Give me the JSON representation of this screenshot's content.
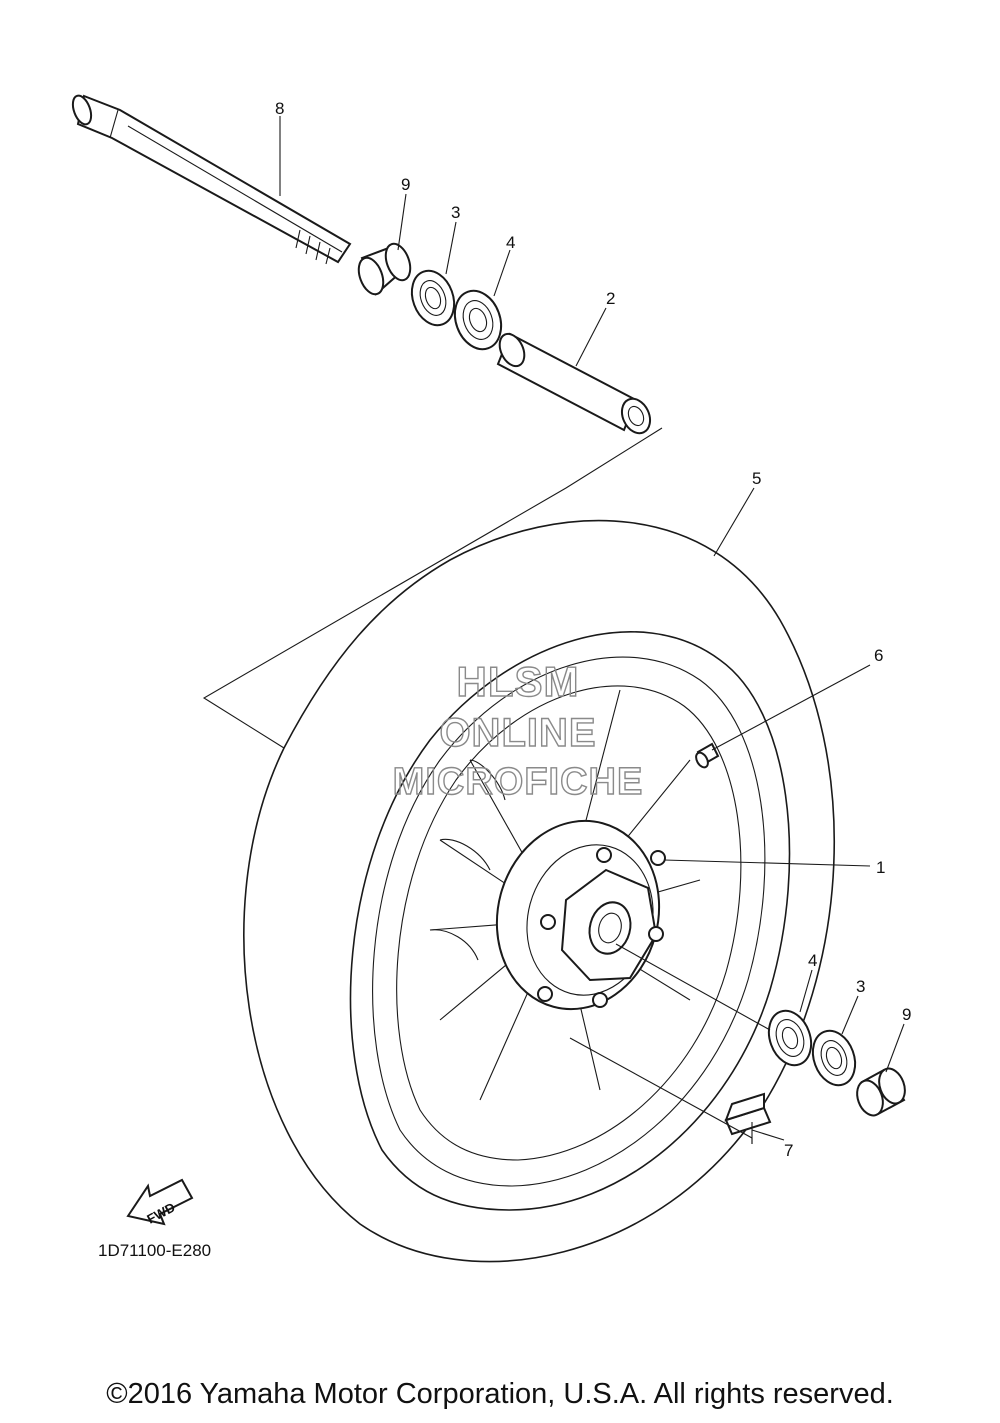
{
  "diagram": {
    "callouts": [
      {
        "id": "c8",
        "label": "8"
      },
      {
        "id": "c9a",
        "label": "9"
      },
      {
        "id": "c3a",
        "label": "3"
      },
      {
        "id": "c4a",
        "label": "4"
      },
      {
        "id": "c2",
        "label": "2"
      },
      {
        "id": "c5",
        "label": "5"
      },
      {
        "id": "c6",
        "label": "6"
      },
      {
        "id": "c1",
        "label": "1"
      },
      {
        "id": "c4b",
        "label": "4"
      },
      {
        "id": "c3b",
        "label": "3"
      },
      {
        "id": "c9b",
        "label": "9"
      },
      {
        "id": "c7",
        "label": "7"
      }
    ],
    "watermark": [
      "HLSM",
      "ONLINE",
      "MICROFICHE"
    ],
    "fwd_label": "FWD",
    "diagram_code": "1D71100-E280"
  },
  "footer": {
    "copyright": "©2016 Yamaha Motor Corporation, U.S.A. All rights reserved."
  }
}
